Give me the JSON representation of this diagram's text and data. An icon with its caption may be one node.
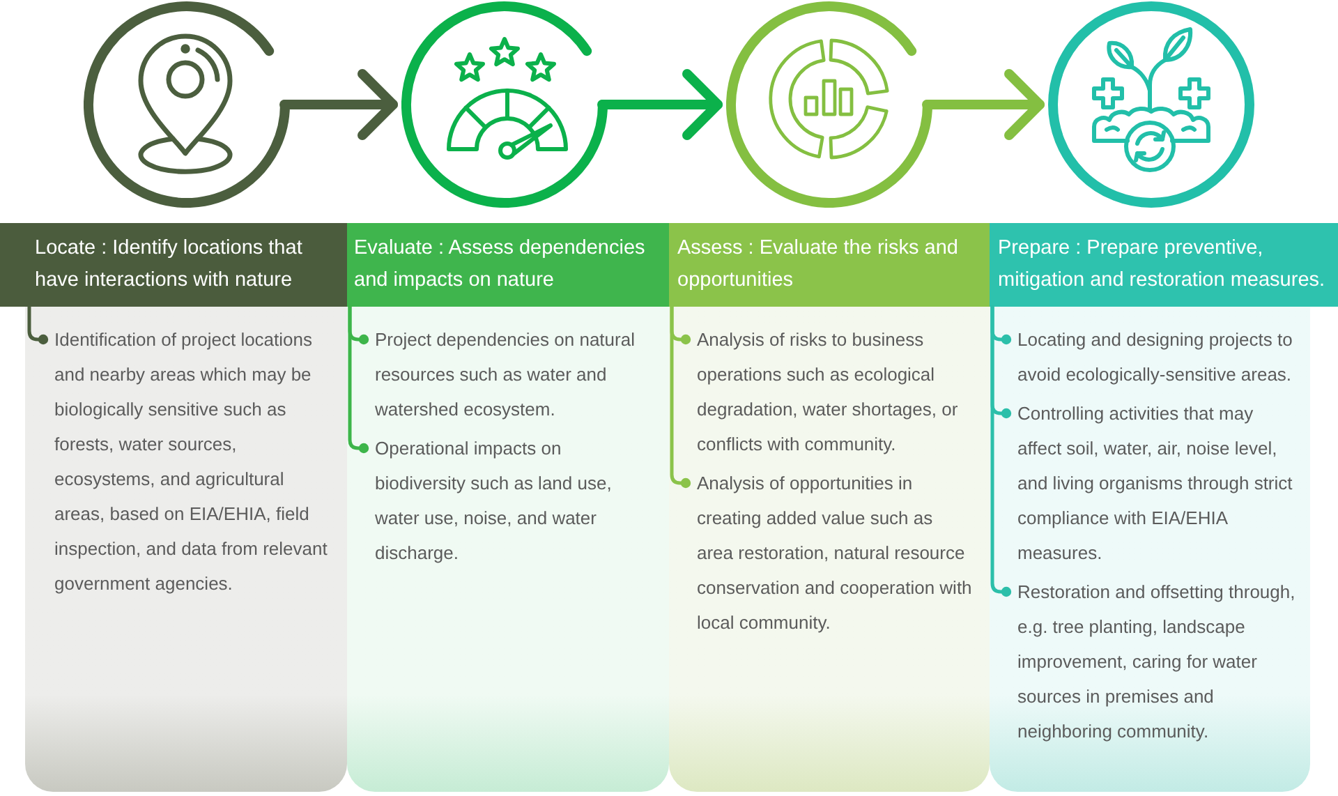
{
  "diagram": {
    "nodes": [
      {
        "text": [],
        "shape": "circle"
      },
      {
        "text": [],
        "shape": "circle"
      },
      {
        "text": [],
        "shape": "circle"
      },
      {
        "text": [],
        "shape": "circle"
      },
      {
        "text": [
          "Locate : Identify locations that have interactions with nature"
        ]
      },
      {
        "text": [],
        "shape": "box"
      },
      {
        "text": [
          "Identification of project locations and nearby areas which may be biologically sensitive such as forests, water sources, ecosystems, and agricultural areas, based on EIA/EHIA, field inspection, and data from relevant government agencies."
        ],
        "in": 5
      },
      {
        "text": [
          "Evaluate : Assess dependencies and impacts on nature"
        ]
      },
      {
        "text": [],
        "shape": "box"
      },
      {
        "text": [
          "Project dependencies on natural resources such as water and watershed ecosystem."
        ],
        "in": 8
      },
      {
        "text": [
          "Operational impacts on biodiversity such as land use, water use, noise, and water discharge."
        ],
        "in": 8
      },
      {
        "text": [
          "Assess : Evaluate the risks and opportunities"
        ]
      },
      {
        "text": [],
        "shape": "box"
      },
      {
        "text": [
          "Analysis of risks to business operations such as ecological degradation, water shortages, or conflicts with community."
        ],
        "in": 12
      },
      {
        "text": [
          "Analysis of opportunities in creating added value such as area restoration, natural resource conservation and cooperation with local community."
        ],
        "in": 12
      },
      {
        "text": [
          "Prepare : Prepare preventive, mitigation and restoration measures."
        ]
      },
      {
        "text": [],
        "shape": "box"
      },
      {
        "text": [
          "Locating and designing projects to avoid ecologically-sensitive areas."
        ],
        "in": 16
      },
      {
        "text": [
          "Controlling activities that may affect soil, water, air, noise level, and living organisms through strict compliance with EIA/EHIA measures."
        ],
        "in": 16
      },
      {
        "text": [
          "Restoration and offsetting through, e.g. tree planting, landscape improvement, caring for water sources in premises and neighboring community."
        ],
        "in": 16
      }
    ],
    "edges": [
      {
        "from": 0,
        "to": 1,
        "arrow": "to",
        "style": "thick",
        "color": "#4b5e3e"
      },
      {
        "from": 1,
        "to": 2,
        "arrow": "to",
        "style": "thick",
        "color": "#0bb14b"
      },
      {
        "from": 2,
        "to": 3,
        "arrow": "to",
        "style": "thick",
        "color": "#84bf41"
      },
      {
        "from": 4,
        "to": 6,
        "arrow": "other",
        "color": "#4b5e3e"
      },
      {
        "from": 7,
        "to": 9,
        "arrow": "other",
        "color": "#3db54a"
      },
      {
        "from": 7,
        "to": 10,
        "arrow": "other",
        "color": "#3db54a"
      },
      {
        "from": 11,
        "to": 13,
        "arrow": "other",
        "color": "#8bc34a"
      },
      {
        "from": 11,
        "to": 14,
        "arrow": "other",
        "color": "#8bc34a"
      },
      {
        "from": 15,
        "to": 17,
        "arrow": "other",
        "color": "#2cbfaa"
      },
      {
        "from": 15,
        "to": 18,
        "arrow": "other",
        "color": "#2cbfaa"
      },
      {
        "from": 15,
        "to": 19,
        "arrow": "other",
        "color": "#2cbfaa"
      }
    ]
  }
}
